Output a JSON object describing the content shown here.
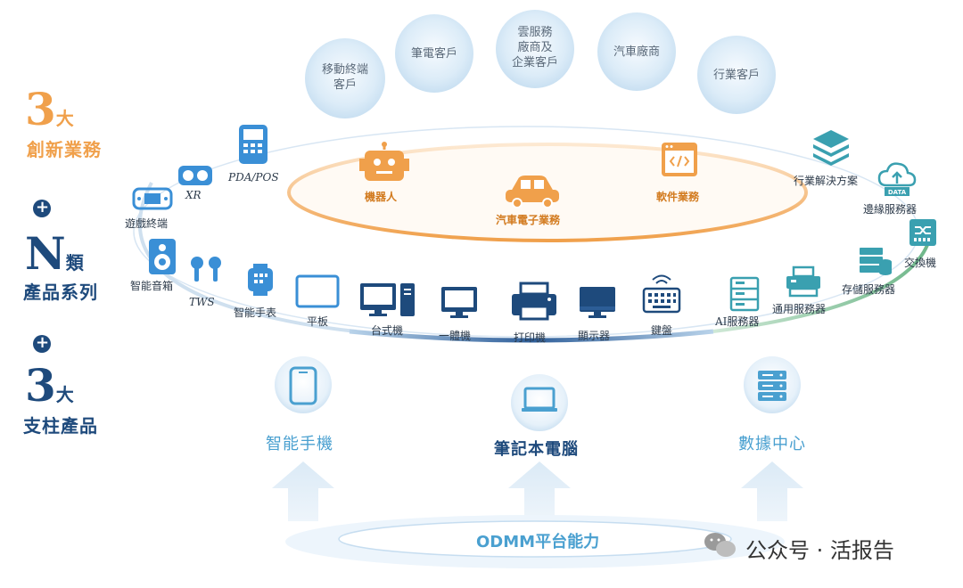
{
  "left_panel": {
    "block1": {
      "num": "3",
      "suffix": "大",
      "line": "創新業務"
    },
    "plus1": "+",
    "block2": {
      "num": "N",
      "suffix": "類",
      "line": "產品系列"
    },
    "plus2": "+",
    "block3": {
      "num": "3",
      "suffix": "大",
      "line": "支柱產品"
    }
  },
  "customers": [
    {
      "lines": [
        "移動終端",
        "客戶"
      ]
    },
    {
      "lines": [
        "筆電客戶"
      ]
    },
    {
      "lines": [
        "雲服務",
        "廠商及",
        "企業客戶"
      ]
    },
    {
      "lines": [
        "汽車廠商"
      ]
    },
    {
      "lines": [
        "行業客戶"
      ]
    }
  ],
  "innovations": {
    "robot": "機器人",
    "auto": "汽車電子業務",
    "software": "軟件業務"
  },
  "products_left": {
    "pos": "PDA/POS",
    "xr": "XR",
    "game": "遊戲終端",
    "speaker": "智能音箱",
    "tws": "TWS",
    "watch": "智能手表",
    "tablet": "平板"
  },
  "products_mid": {
    "desktop": "台式機",
    "aio": "一體機",
    "printer": "打印機",
    "monitor": "顯示器",
    "keyboard": "鍵盤"
  },
  "products_right": {
    "ai_server": "AI服務器",
    "gen_server": "通用服務器",
    "storage": "存儲服務器",
    "switch": "交換機",
    "edge": "邊緣服務器",
    "solution": "行業解決方案",
    "data_tag": "DATA"
  },
  "pillars": {
    "phone": "智能手機",
    "laptop": "筆記本電腦",
    "datacenter": "數據中心"
  },
  "platform": "ODMM平台能力",
  "watermark": "公众号 · 活报告",
  "colors": {
    "navy": "#1e4a7c",
    "blue": "#4aa0d0",
    "orange": "#f0a04b"
  }
}
